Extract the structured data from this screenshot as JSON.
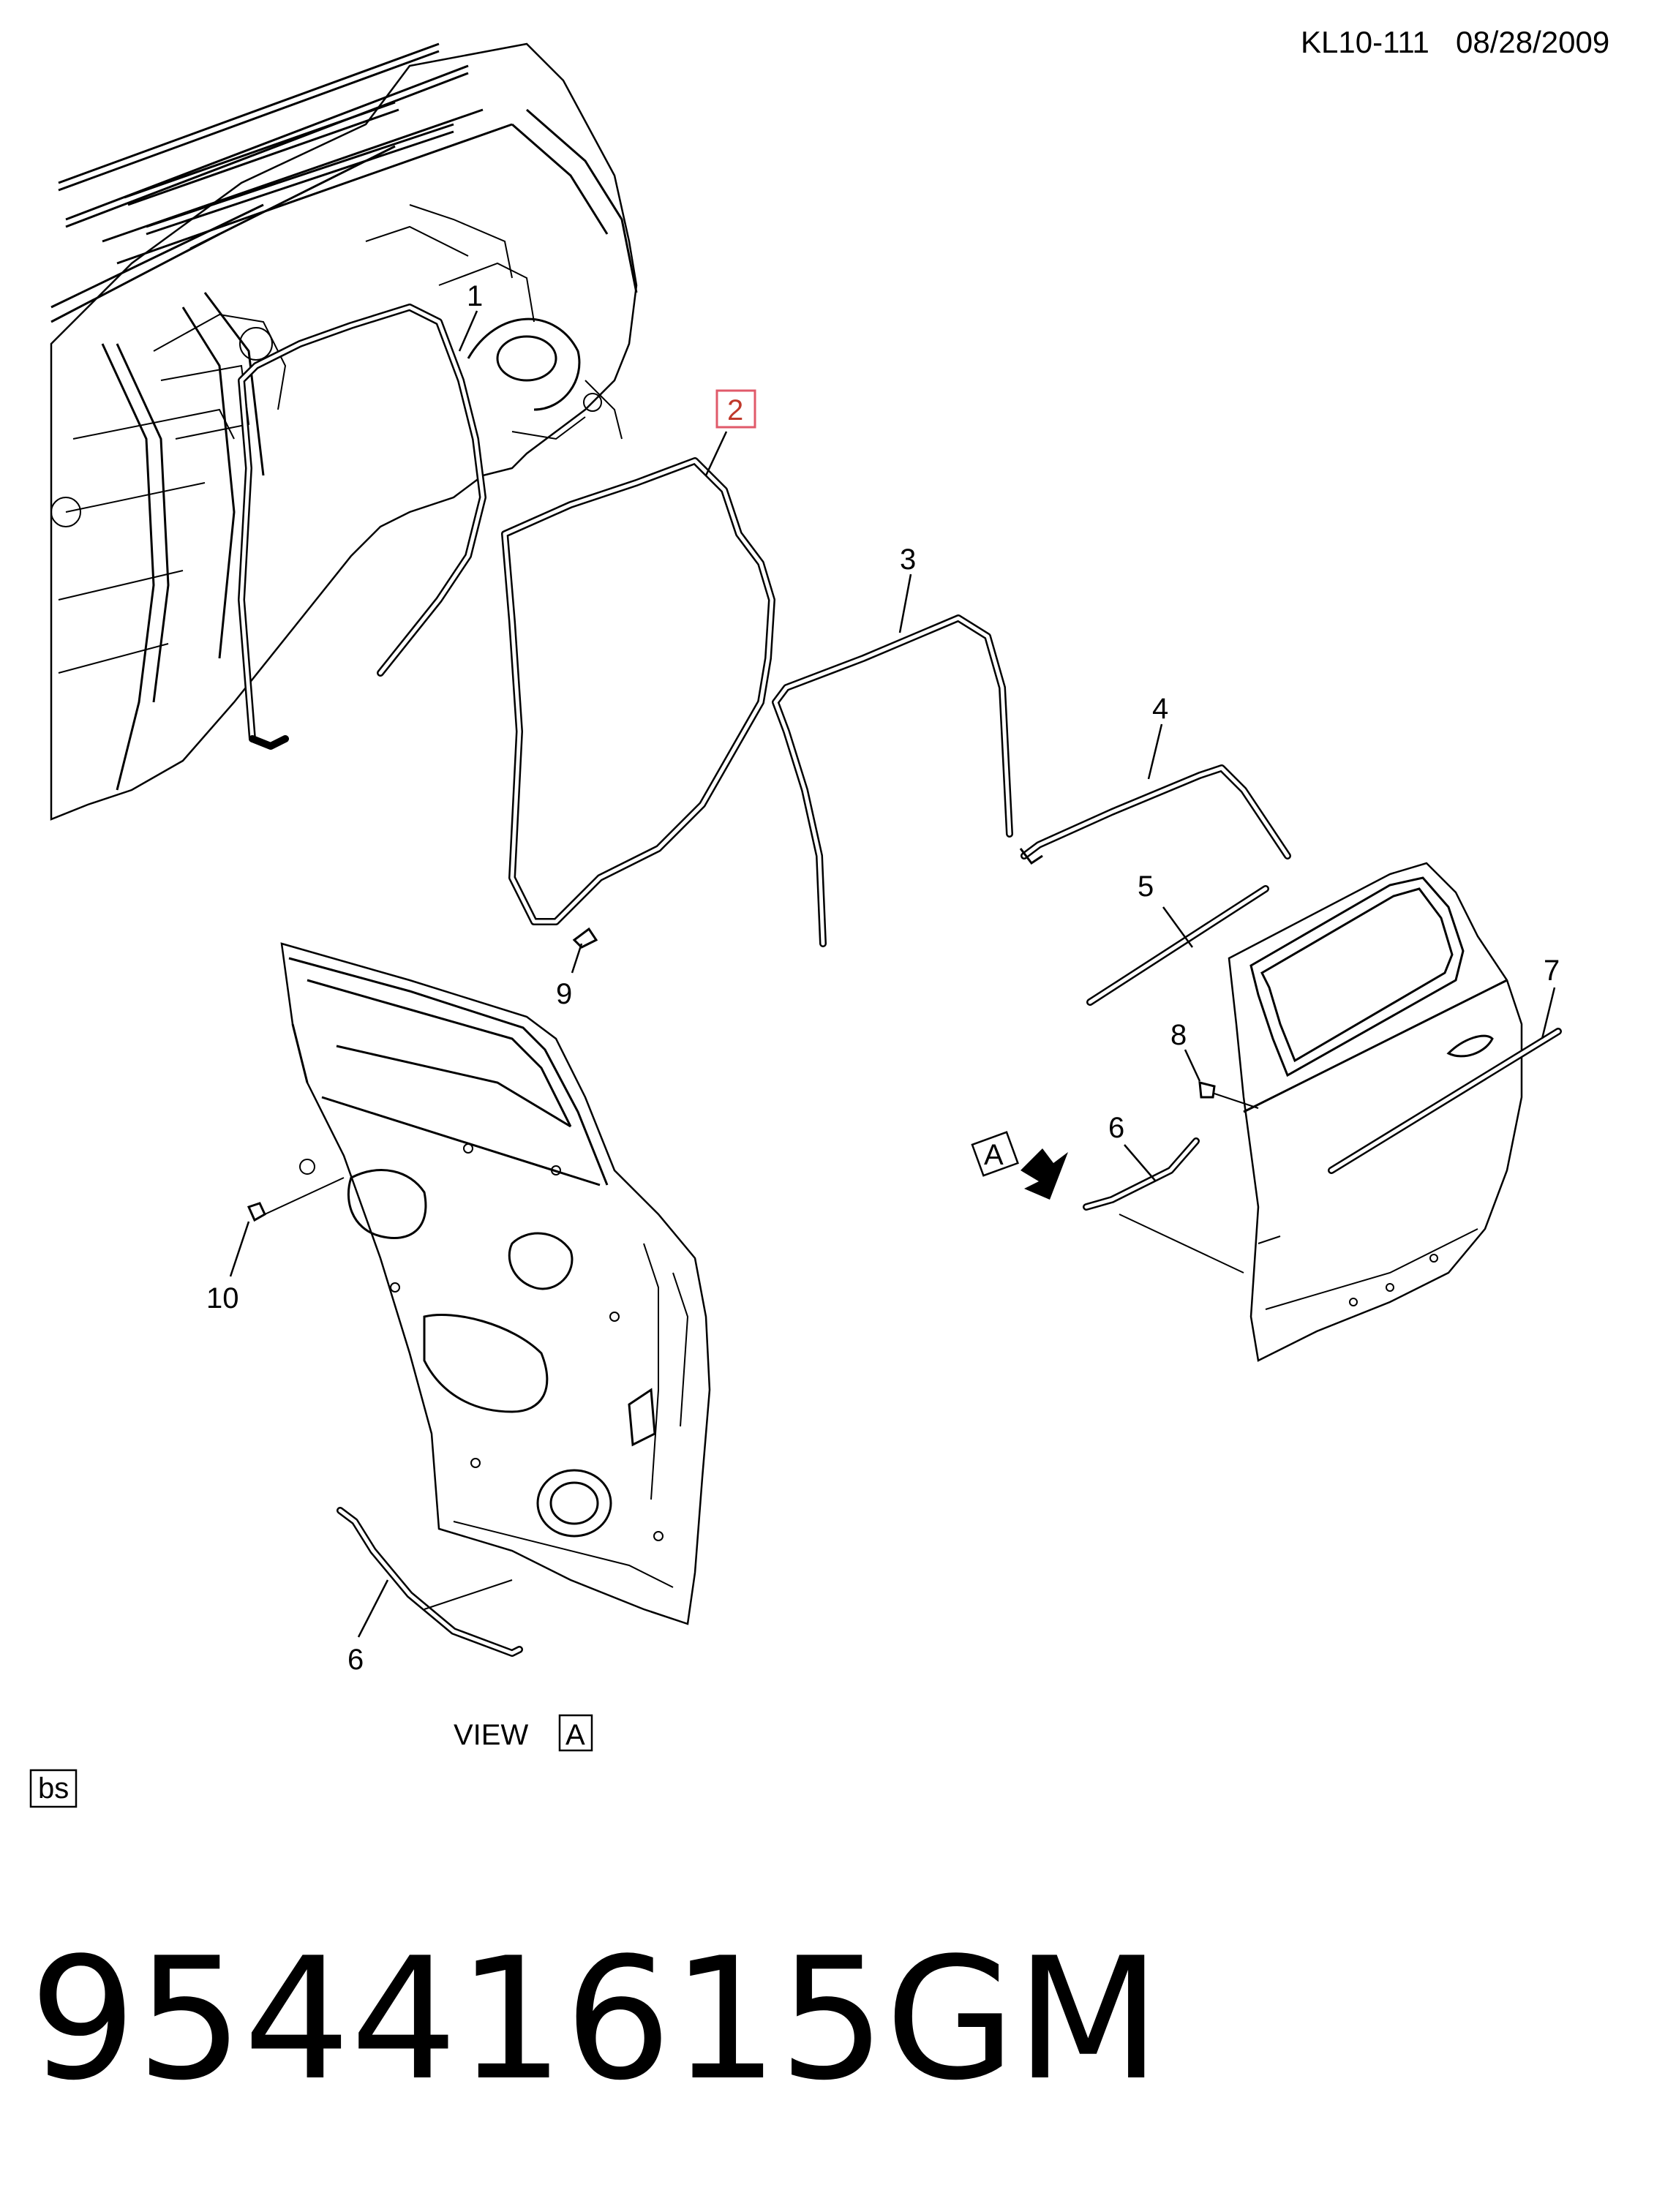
{
  "header": {
    "doc_id": "KL10-111",
    "date": "08/28/2009"
  },
  "callouts": {
    "c1": "1",
    "c2": "2",
    "c3": "3",
    "c4": "4",
    "c5": "5",
    "c6a": "6",
    "c6b": "6",
    "c7": "7",
    "c8": "8",
    "c9": "9",
    "c10": "10"
  },
  "view_marker": {
    "arrow_letter": "A",
    "view_word": "VIEW",
    "view_letter": "A"
  },
  "footer_tag": "bs",
  "part": {
    "number": "95441615",
    "brand": "GM"
  },
  "colors": {
    "highlight_box": "#e05a6a"
  }
}
